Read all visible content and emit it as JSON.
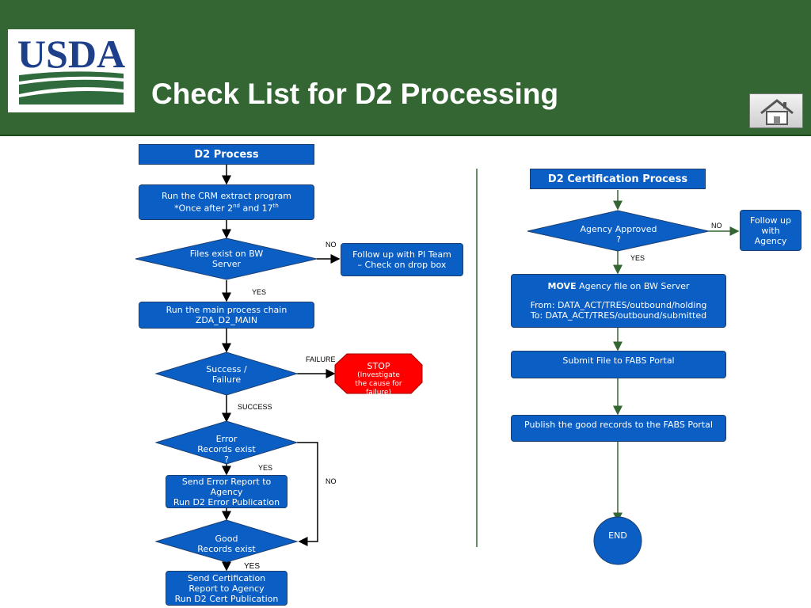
{
  "header": {
    "title": "Check List for D2 Processing",
    "logo_text": "USDA",
    "home_icon": "home-icon",
    "bg_color": "#336633"
  },
  "left": {
    "title": "D2 Process",
    "step1_line1": "Run the CRM extract program",
    "step1_line2_a": "*Once after 2",
    "step1_sup1": "nd",
    "step1_line2_b": " and 17",
    "step1_sup2": "th",
    "decision1": "Files exist on BW\nServer",
    "followup": "Follow up with PI Team\n– Check on drop box",
    "step2": "Run the main process chain\nZDA_D2_MAIN",
    "decision2": "Success /\nFailure",
    "stop_title": "STOP",
    "stop_text": "(Investigate\nthe cause for\nfailure)",
    "decision3": "Error\nRecords exist\n?",
    "step3": "Send Error Report to\nAgency\nRun D2 Error Publication",
    "decision4": "Good\nRecords exist",
    "step4": "Send Certification\nReport to Agency\nRun D2 Cert Publication",
    "labels": {
      "no1": "NO",
      "yes1": "YES",
      "failure": "FAILURE",
      "success": "SUCCESS",
      "yes2": "YES",
      "no2": "NO",
      "yes3": "YES"
    }
  },
  "right": {
    "title": "D2 Certification Process",
    "decision1": "Agency Approved\n?",
    "followup": "Follow up\nwith\nAgency",
    "move_bold": "MOVE",
    "move_rest": " Agency file on BW Server",
    "from": "From: DATA_ACT/TRES/outbound/holding",
    "to": "To: DATA_ACT/TRES/outbound/submitted",
    "submit": "Submit File to FABS Portal",
    "publish": "Publish the good records to the FABS Portal",
    "end": "END",
    "labels": {
      "no": "NO",
      "yes": "YES"
    }
  },
  "colors": {
    "box": "#0b5ec4",
    "stop": "#ff0000",
    "green_line": "#336633"
  }
}
